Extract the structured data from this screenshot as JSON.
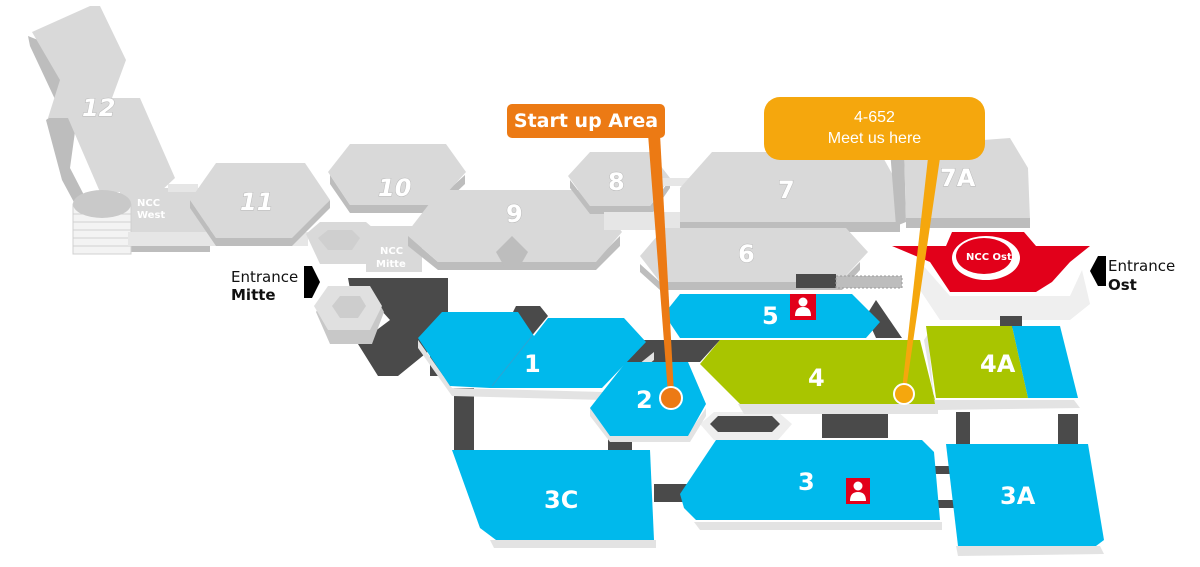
{
  "map_title": "NCC exhibition halls floor plan",
  "halls": {
    "h12": "12",
    "h11": "11",
    "h10": "10",
    "h9": "9",
    "h8": "8",
    "h7": "7",
    "h7a": "7A",
    "h6": "6",
    "h5": "5",
    "h4": "4",
    "h4a": "4A",
    "h1": "1",
    "h2": "2",
    "h3": "3",
    "h3a": "3A",
    "h3c": "3C"
  },
  "buildings": {
    "ncc_west_line1": "NCC",
    "ncc_west_line2": "West",
    "ncc_mitte_line1": "NCC",
    "ncc_mitte_line2": "Mitte",
    "ncc_ost": "NCC Ost"
  },
  "entrances": {
    "mitte_line1": "Entrance",
    "mitte_line2": "Mitte",
    "ost_line1": "Entrance",
    "ost_line2": "Ost"
  },
  "callouts": {
    "startup": {
      "label": "Start up Area",
      "hall": "2",
      "color": "#ec7a14"
    },
    "meet": {
      "line1": "4-652",
      "line2": "Meet us here",
      "hall": "4",
      "color": "#f5a70d"
    }
  },
  "icons": {
    "hall5": "person-icon",
    "hall3": "person-icon"
  },
  "colors": {
    "hall_blue": "#00b9ec",
    "hall_green": "#a9c500",
    "hall_grey": "#d9d9d9",
    "ncc_ost_red": "#e2001a",
    "corridor": "#4a4a4a"
  }
}
